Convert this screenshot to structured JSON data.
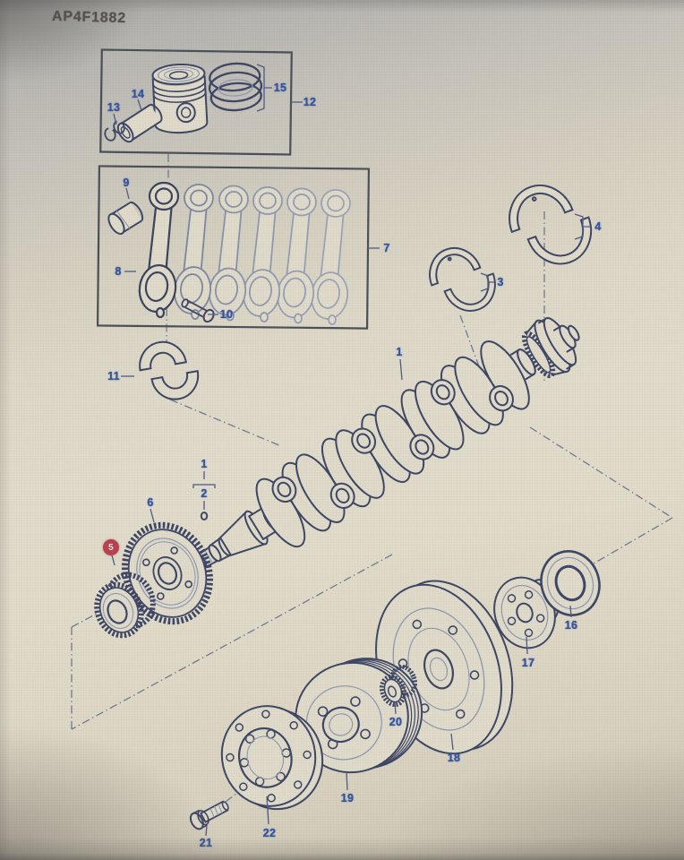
{
  "figure": {
    "code": "AP4F1882"
  },
  "parts": {
    "p1": "1",
    "p2": "2",
    "p3": "3",
    "p4": "4",
    "p5": "5",
    "p6": "6",
    "p7": "7",
    "p8": "8",
    "p9": "9",
    "p10": "10",
    "p11": "11",
    "p12": "12",
    "p13": "13",
    "p14": "14",
    "p15": "15",
    "p16": "16",
    "p17": "17",
    "p18": "18",
    "p19": "19",
    "p20": "20",
    "p21": "21",
    "p22": "22"
  },
  "highlight": {
    "highlighted_part": "5",
    "badge_color": "#b9414f"
  },
  "palette": {
    "label_blue": "#33539f",
    "line_dark": "#3d4665",
    "line_light": "#8e97b0",
    "paper": "#e0dbca",
    "photo_gray_top": "#a5a4a2"
  }
}
